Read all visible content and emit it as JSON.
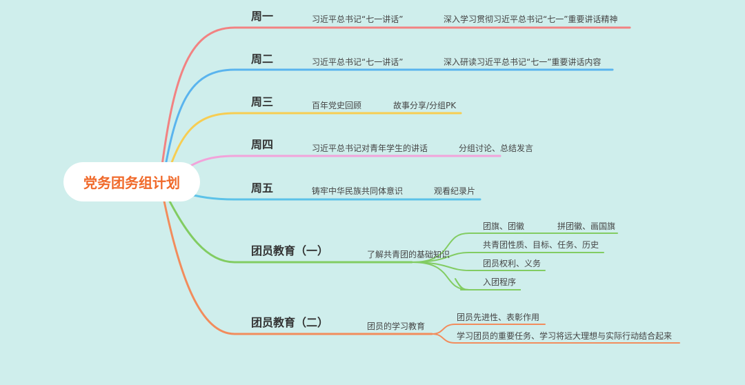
{
  "root": "党务团务组计划",
  "colors": {
    "mon": "#f28282",
    "tue": "#5ab4ee",
    "wed": "#f7cd52",
    "thu": "#f2a3da",
    "fri": "#5cc2e8",
    "edu1": "#82cc62",
    "edu2": "#f28c5c"
  },
  "branches": [
    {
      "title": "周一",
      "items": [
        "习近平总书记“七一讲话”",
        "深入学习贯彻习近平总书记“七一”重要讲话精神"
      ]
    },
    {
      "title": "周二",
      "items": [
        "习近平总书记“七一讲话”",
        "深入研读习近平总书记“七一”重要讲话内容"
      ]
    },
    {
      "title": "周三",
      "items": [
        "百年党史回顾",
        "故事分享/分组PK"
      ]
    },
    {
      "title": "周四",
      "items": [
        "习近平总书记对青年学生的讲话",
        "分组讨论、总结发言"
      ]
    },
    {
      "title": "周五",
      "items": [
        "铸牢中华民族共同体意识",
        "观看纪录片"
      ]
    },
    {
      "title": "团员教育（一）",
      "topic": "了解共青团的基础知识",
      "subs": [
        "团旗、团徽",
        "拼团徽、画国旗",
        "共青团性质、目标、任务、历史",
        "团员权利、义务",
        "入团程序"
      ]
    },
    {
      "title": "团员教育（二）",
      "topic": "团员的学习教育",
      "subs": [
        "团员先进性、表彰作用",
        "学习团员的重要任务、学习将远大理想与实际行动结合起来"
      ]
    }
  ]
}
